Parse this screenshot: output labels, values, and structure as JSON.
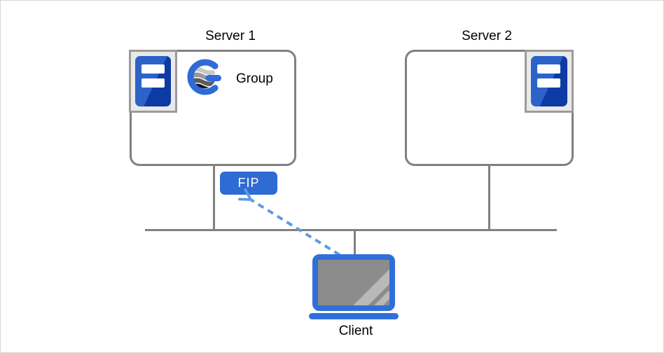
{
  "diagram": {
    "type": "cluster-failover-network-diagram",
    "colors": {
      "primary_blue": "#2e6bd2",
      "tower_blue_light": "#2b63c9",
      "tower_blue_dark": "#0d3ba3",
      "line_gray": "#808080",
      "icon_box_bg": "#e9e9e9",
      "icon_box_border": "#9b9b9b",
      "screen_gray": "#8c8c8c",
      "screen_sheen": "#b9b9b9",
      "arrow_blue": "#5f9bdf",
      "canvas_border": "#d6d6d6"
    },
    "edges": [
      {
        "from": "server1",
        "to": "network-bus",
        "style": "solid-gray"
      },
      {
        "from": "server2",
        "to": "network-bus",
        "style": "solid-gray"
      },
      {
        "from": "client",
        "to": "network-bus",
        "style": "solid-gray"
      },
      {
        "from": "client",
        "to": "fip",
        "style": "dashed-blue-arrow"
      }
    ]
  },
  "nodes": {
    "server1": {
      "title": "Server 1",
      "group_label": "Group",
      "icons": [
        "server-tower-icon",
        "group-globe-icon"
      ]
    },
    "server2": {
      "title": "Server 2",
      "icons": [
        "server-tower-icon"
      ]
    },
    "fip": {
      "label": "FIP"
    },
    "client": {
      "label": "Client",
      "icons": [
        "laptop-icon"
      ]
    }
  }
}
